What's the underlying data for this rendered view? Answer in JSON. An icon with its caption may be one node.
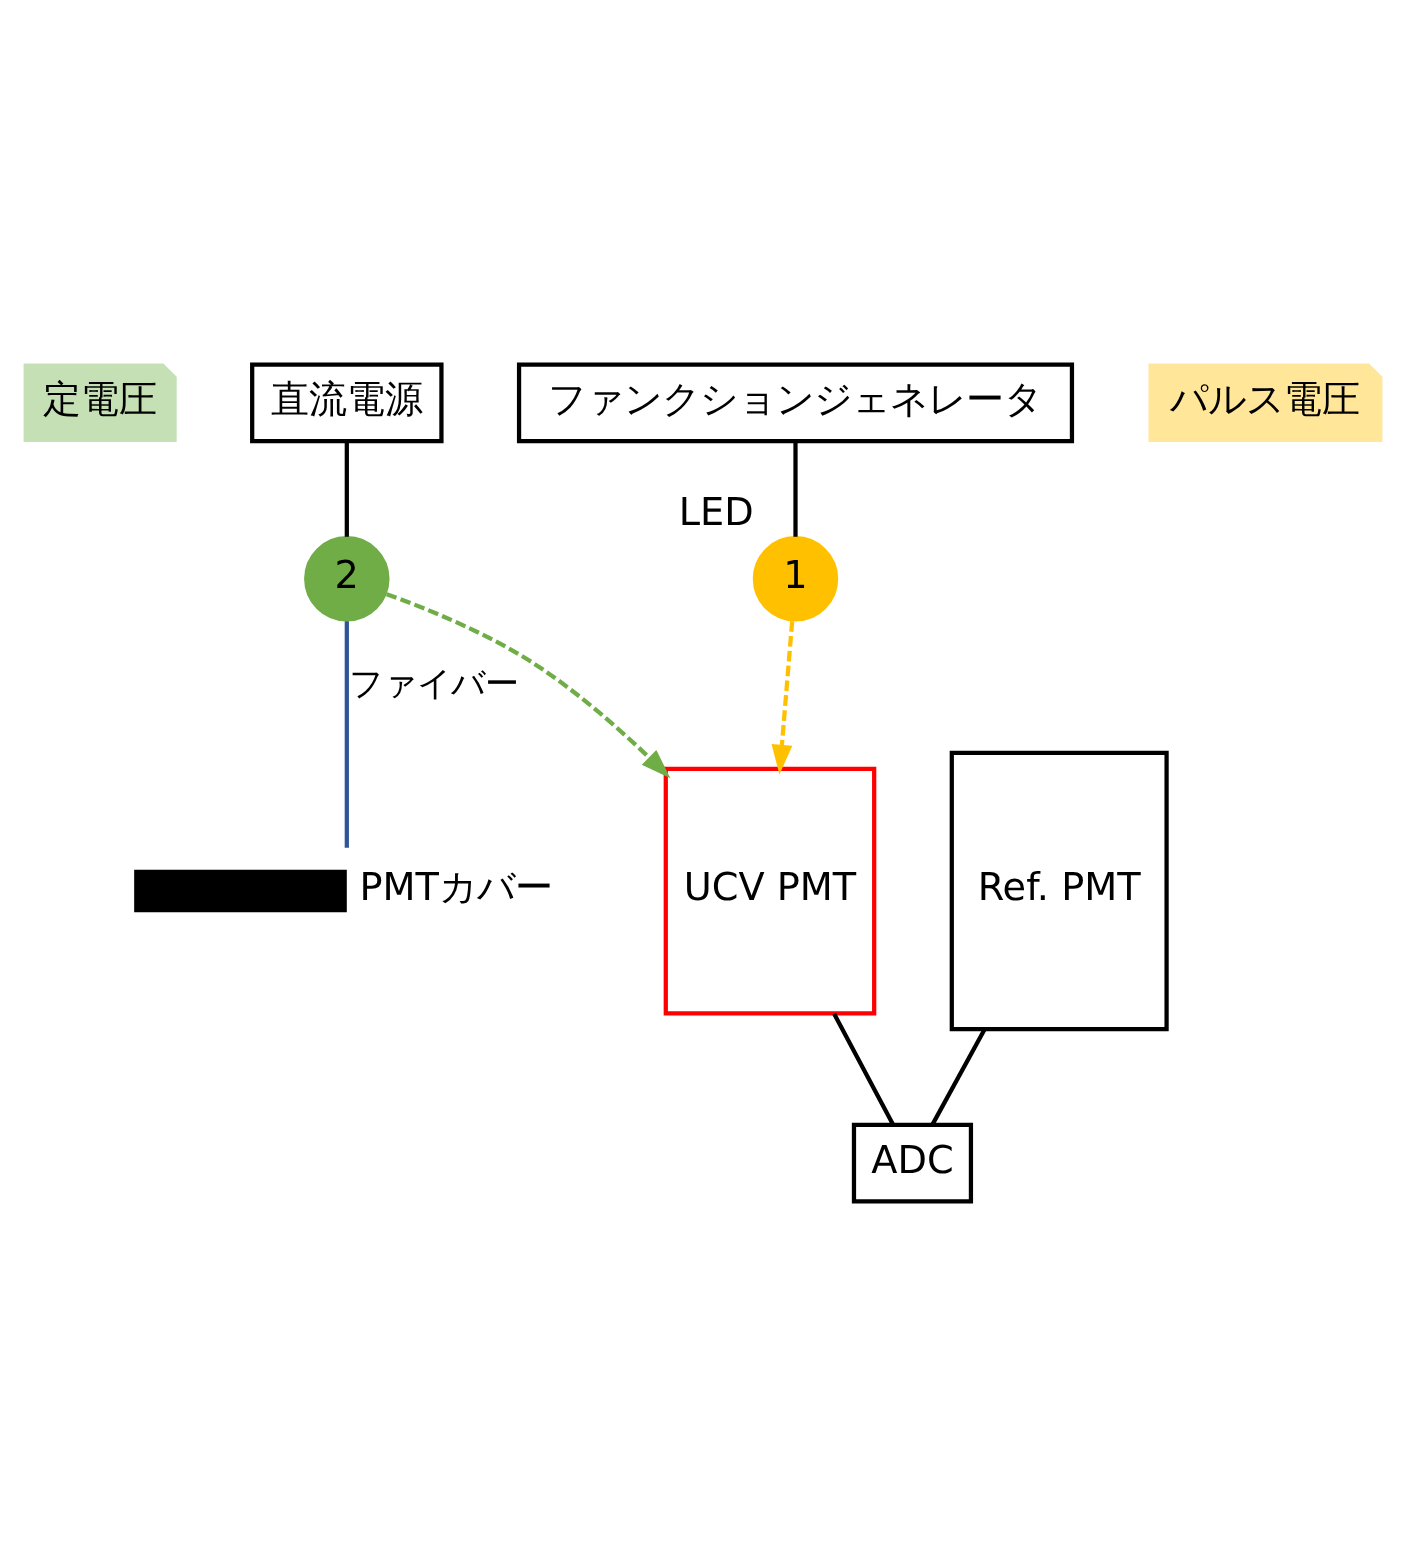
{
  "diagram": {
    "nodes": [
      {
        "text": [
          "ファンクションジェネレータ"
        ]
      },
      {
        "text": [
          "直流電源"
        ]
      },
      {
        "text": [
          "パルス電圧"
        ]
      },
      {
        "text": [
          "定電圧"
        ]
      },
      {
        "text": [
          "1"
        ],
        "beside": [
          "LED"
        ]
      },
      {
        "text": [
          "2"
        ]
      },
      {
        "text": [
          "UCV PMT"
        ]
      },
      {
        "text": [],
        "shape": "bar",
        "beside": [
          "PMTカバー"
        ]
      },
      {
        "text": [
          "Ref. PMT"
        ]
      },
      {
        "text": [
          "ADC"
        ]
      }
    ],
    "edges": [
      {
        "from": 0,
        "to": 4,
        "arrow": "none"
      },
      {
        "from": 1,
        "to": 5,
        "arrow": "none"
      },
      {
        "from": 4,
        "to": 6,
        "arrow": "to",
        "style": "dashed",
        "color": "#ffc000"
      },
      {
        "from": 5,
        "to": 6,
        "arrow": "to",
        "style": "dashed",
        "color": "#70ad47"
      },
      {
        "from": 5,
        "to": 7,
        "arrow": "none",
        "label": "ファイバー",
        "color": "#2f5597"
      },
      {
        "from": 6,
        "to": 9,
        "arrow": "none"
      },
      {
        "from": 8,
        "to": 9,
        "arrow": "none"
      }
    ]
  }
}
